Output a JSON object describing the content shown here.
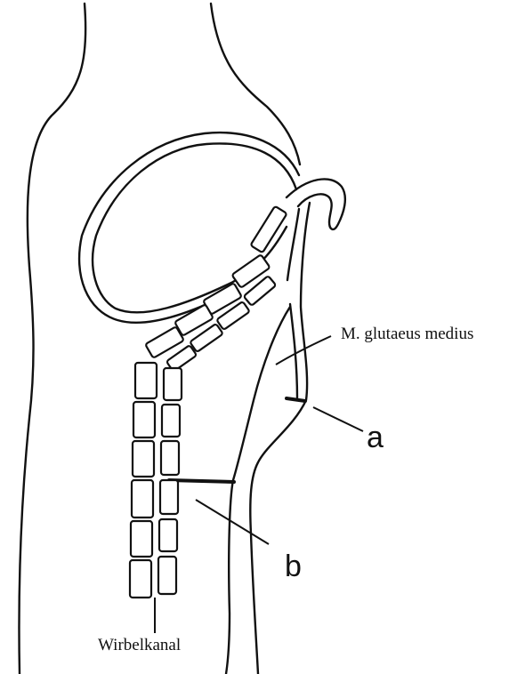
{
  "labels": {
    "muscle": "M. glutaeus medius",
    "a": "a",
    "b": "b",
    "canal": "Wirbelkanal"
  }
}
